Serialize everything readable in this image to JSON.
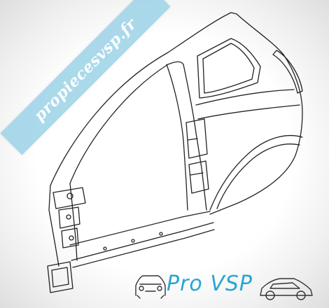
{
  "watermark": {
    "text": "propiecesvsp.fr"
  },
  "logo": {
    "text": "Pro VSP",
    "color": "#27a6d3"
  },
  "diagram": {
    "subject": "car body side panel line drawing",
    "line_color": "#222222"
  },
  "colors": {
    "ribbon": "#9fd4e8",
    "background_edge": "#dedede"
  }
}
